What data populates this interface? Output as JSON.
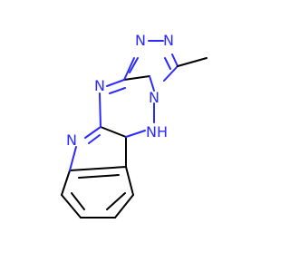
{
  "molecule": {
    "atoms": {
      "n_triazole_top_left": "N",
      "n_triazole_top_right": "N",
      "n_triazole_bridge": "N",
      "n_triazine_left": "N",
      "n_indole": "N",
      "nh": "N",
      "nh_h": "H"
    },
    "colors": {
      "bond": "#000000",
      "nitrogen": "#2a2aff",
      "background": "#ffffff"
    }
  }
}
